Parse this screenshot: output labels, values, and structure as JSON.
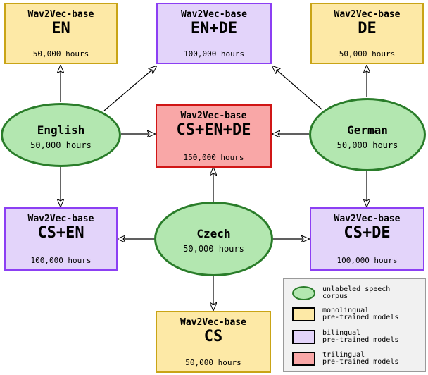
{
  "colors": {
    "monolingual_fill": "#fde9a6",
    "monolingual_border": "#c9a416",
    "bilingual_fill": "#e3d4fa",
    "bilingual_border": "#8c3ff3",
    "trilingual_fill": "#f9a7a7",
    "trilingual_border": "#d01616",
    "corpus_fill": "#b3e7b0",
    "corpus_border": "#2a7d2a"
  },
  "models": {
    "en": {
      "arch": "Wav2Vec-base",
      "lang": "EN",
      "hours": "50,000 hours"
    },
    "en_de": {
      "arch": "Wav2Vec-base",
      "lang": "EN+DE",
      "hours": "100,000 hours"
    },
    "de": {
      "arch": "Wav2Vec-base",
      "lang": "DE",
      "hours": "50,000 hours"
    },
    "cs_en_de": {
      "arch": "Wav2Vec-base",
      "lang": "CS+EN+DE",
      "hours": "150,000 hours"
    },
    "cs_en": {
      "arch": "Wav2Vec-base",
      "lang": "CS+EN",
      "hours": "100,000 hours"
    },
    "cs_de": {
      "arch": "Wav2Vec-base",
      "lang": "CS+DE",
      "hours": "100,000 hours"
    },
    "cs": {
      "arch": "Wav2Vec-base",
      "lang": "CS",
      "hours": "50,000 hours"
    }
  },
  "corpora": {
    "english": {
      "name": "English",
      "hours": "50,000 hours"
    },
    "german": {
      "name": "German",
      "hours": "50,000 hours"
    },
    "czech": {
      "name": "Czech",
      "hours": "50,000 hours"
    }
  },
  "legend": {
    "corpus": "unlabeled speech\ncorpus",
    "mono": "monolingual\npre-trained models",
    "bi": "bilingual\npre-trained models",
    "tri": "trilingual\npre-trained models"
  }
}
